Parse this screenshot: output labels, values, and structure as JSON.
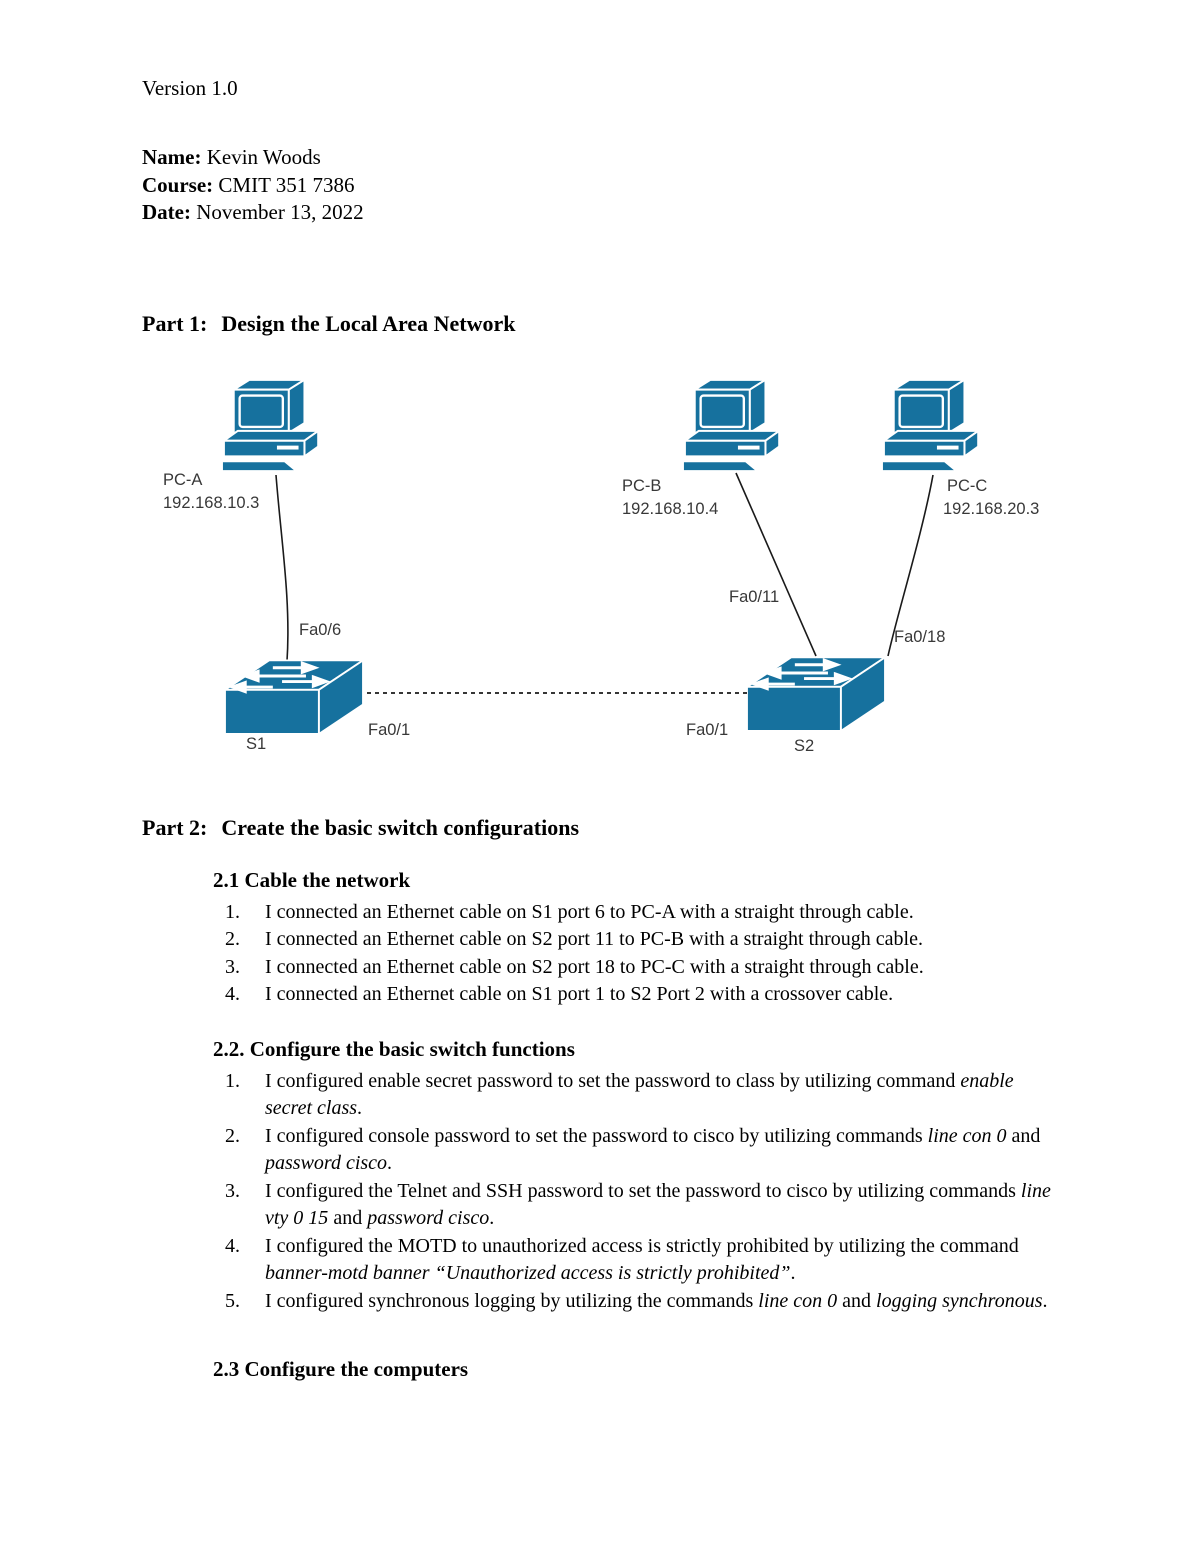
{
  "header": {
    "version": "Version 1.0",
    "fields": [
      {
        "label": "Name:",
        "value": "Kevin Woods"
      },
      {
        "label": "Course:",
        "value": "CMIT 351 7386"
      },
      {
        "label": "Date:",
        "value": "November 13, 2022"
      }
    ]
  },
  "part1": {
    "title_prefix": "Part 1:",
    "title_text": "Design the Local Area Network",
    "diagram": {
      "pcs": [
        {
          "name": "PC-A",
          "ip": "192.168.10.3"
        },
        {
          "name": "PC-B",
          "ip": "192.168.10.4"
        },
        {
          "name": "PC-C",
          "ip": "192.168.20.3"
        }
      ],
      "switches": [
        {
          "name": "S1"
        },
        {
          "name": "S2"
        }
      ],
      "ports": {
        "pc_a_port": "Fa0/6",
        "pc_b_port": "Fa0/11",
        "pc_c_port": "Fa0/18",
        "s1_trunk_port": "Fa0/1",
        "s2_trunk_port": "Fa0/1"
      },
      "icon_color": "#16719e"
    }
  },
  "part2": {
    "title_prefix": "Part 2:",
    "title_text": "Create the basic switch configurations",
    "sec21": {
      "title": "2.1 Cable the network",
      "items": [
        "I connected an Ethernet cable on S1 port 6 to PC-A with a straight through cable.",
        "I connected an Ethernet cable on S2 port 11 to PC-B with a straight through cable.",
        "I connected an Ethernet cable on S2 port 18 to PC-C with a straight through cable.",
        "I connected an Ethernet cable on S1 port 1 to S2 Port 2 with a crossover cable."
      ]
    },
    "sec22": {
      "title": "2.2. Configure the basic switch functions",
      "items": [
        {
          "segs": [
            "I configured enable secret password to set the password to class by utilizing command ",
            "enable secret class",
            "."
          ]
        },
        {
          "segs": [
            "I configured console password to set the password to cisco by utilizing commands ",
            "line con 0",
            " and ",
            "password cisco",
            "."
          ]
        },
        {
          "segs": [
            "I configured the Telnet and SSH password to set the password to cisco by utilizing commands ",
            "line vty 0 15",
            " and ",
            "password cisco",
            "."
          ]
        },
        {
          "segs": [
            "I configured the MOTD to unauthorized access is strictly prohibited by utilizing the command ",
            "banner-motd banner “Unauthorized access is strictly prohibited”",
            "."
          ]
        },
        {
          "segs": [
            "I configured synchronous logging by utilizing the commands ",
            "line con 0",
            " and ",
            "logging synchronous",
            "."
          ]
        }
      ]
    },
    "sec23": {
      "title": "2.3 Configure the computers"
    }
  }
}
